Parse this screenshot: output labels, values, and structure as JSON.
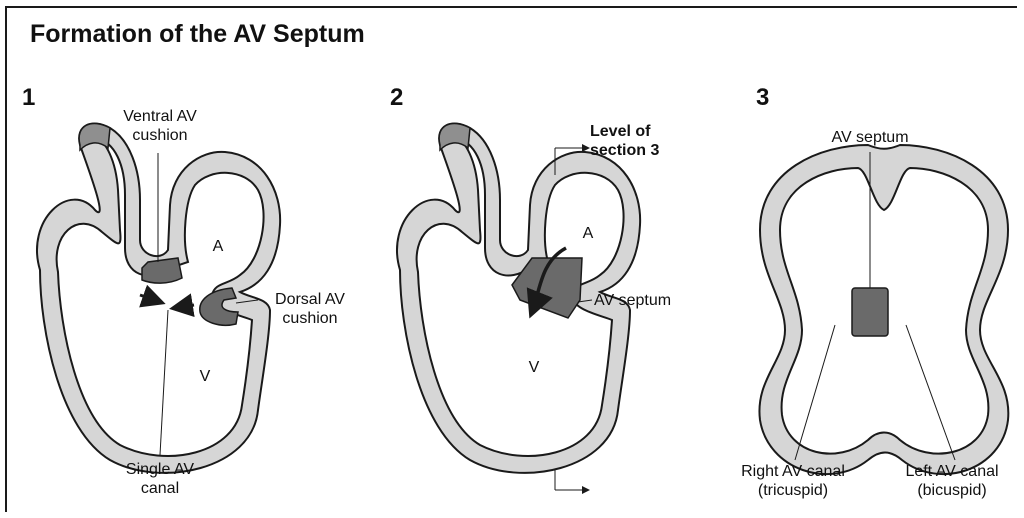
{
  "title": "Formation of the AV Septum",
  "panels": [
    {
      "number": "1",
      "labels": {
        "ventral_cushion": "Ventral AV\ncushion",
        "atrium": "A",
        "ventricle": "V",
        "dorsal_cushion": "Dorsal AV\ncushion",
        "single_canal": "Single AV\ncanal"
      }
    },
    {
      "number": "2",
      "labels": {
        "level": "Level of\nsection 3",
        "atrium": "A",
        "ventricle": "V",
        "septum": "AV septum"
      }
    },
    {
      "number": "3",
      "labels": {
        "septum": "AV septum",
        "right_canal": "Right AV canal\n(tricuspid)",
        "left_canal": "Left AV canal\n(bicuspid)"
      }
    }
  ],
  "colors": {
    "wall": "#d6d6d6",
    "cushion": "#6a6a6a",
    "outline": "#1a1a1a"
  }
}
